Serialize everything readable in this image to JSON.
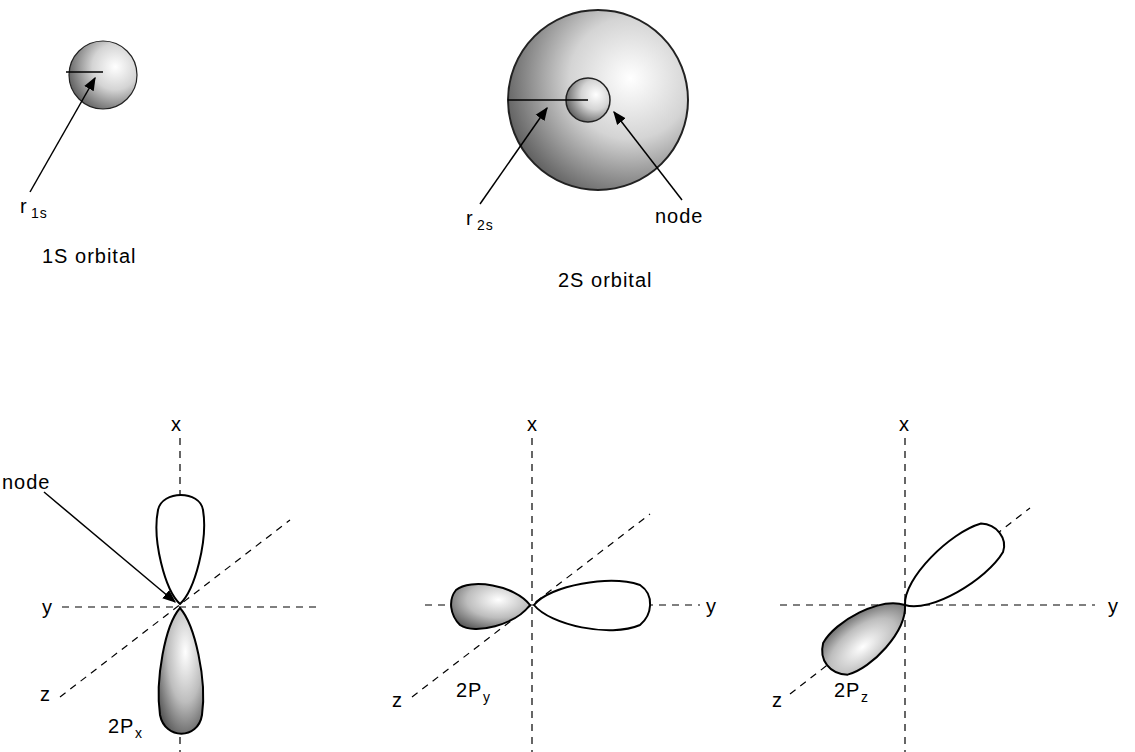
{
  "diagram": {
    "labels": [
      "r",
      "1s",
      "1S orbital",
      "r",
      "2s",
      "node",
      "2S orbital",
      "x",
      "y",
      "z",
      "node",
      "2P",
      "x",
      "x",
      "y",
      "z",
      "2P",
      "y",
      "x",
      "y",
      "z",
      "2P",
      "z"
    ]
  }
}
